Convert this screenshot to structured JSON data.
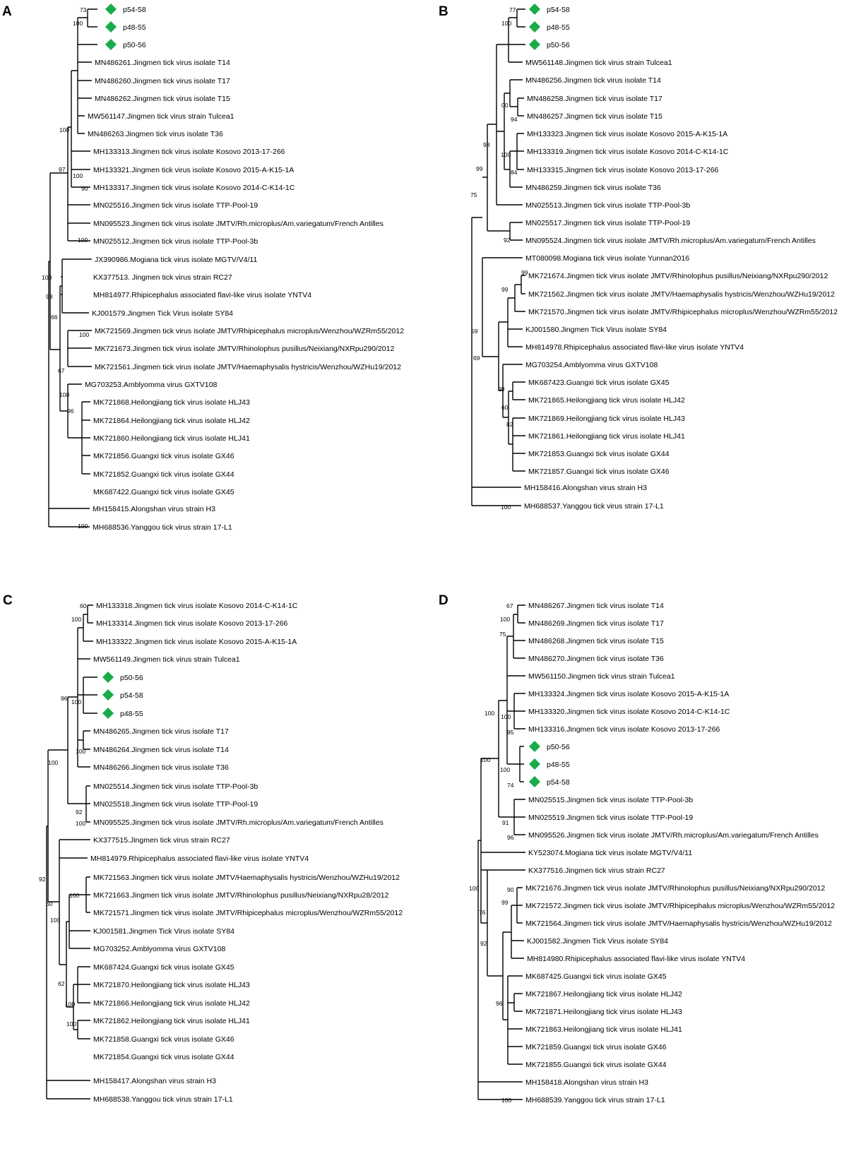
{
  "colors": {
    "branch": "#000000",
    "marker": "#1aab4b",
    "text": "#000000"
  },
  "panels": [
    {
      "letter": "A",
      "leaves": [
        {
          "text": "p54-58",
          "marked": true
        },
        {
          "text": "p48-55",
          "marked": true
        },
        {
          "text": "p50-56",
          "marked": true
        },
        {
          "text": "MN486261.Jingmen tick virus isolate T14"
        },
        {
          "text": "MN486260.Jingmen tick virus isolate T17"
        },
        {
          "text": "MN486262.Jingmen tick virus isolate T15"
        },
        {
          "text": "MW561147.Jingmen tick virus strain Tulcea1"
        },
        {
          "text": "MN486263.Jingmen tick virus isolate T36"
        },
        {
          "text": "MH133313.Jingmen tick virus isolate Kosovo 2013-17-266"
        },
        {
          "text": "MH133321.Jingmen tick virus isolate Kosovo 2015-A-K15-1A"
        },
        {
          "text": "MH133317.Jingmen tick virus isolate Kosovo 2014-C-K14-1C"
        },
        {
          "text": "MN025516.Jingmen tick virus isolate TTP-Pool-19"
        },
        {
          "text": "MN095523.Jingmen tick virus isolate JMTV/Rh.microplus/Am.variegatum/French Antilles"
        },
        {
          "text": "MN025512.Jingmen tick virus isolate TTP-Pool-3b"
        },
        {
          "text": "JX390986.Mogiana tick virus isolate MGTV/V4/11"
        },
        {
          "text": "KX377513. Jingmen tick virus strain RC27"
        },
        {
          "text": "MH814977.Rhipicephalus associated flavi-like virus isolate YNTV4"
        },
        {
          "text": "KJ001579.Jingmen Tick Virus isolate SY84"
        },
        {
          "text": "MK721569.Jingmen tick virus isolate JMTV/Rhipicephalus microplus/Wenzhou/WZRm55/2012"
        },
        {
          "text": "MK721673.Jingmen tick virus isolate JMTV/Rhinolophus pusillus/Neixiang/NXRpu290/2012"
        },
        {
          "text": "MK721561.Jingmen tick virus isolate JMTV/Haemaphysalis hystricis/Wenzhou/WZHu19/2012"
        },
        {
          "text": "MG703253.Amblyomma virus GXTV108"
        },
        {
          "text": "MK721868.Heilongjiang tick virus isolate HLJ43"
        },
        {
          "text": "MK721864.Heilongjiang tick virus isolate HLJ42"
        },
        {
          "text": "MK721860.Heilongjiang tick virus isolate HLJ41"
        },
        {
          "text": "MK721856.Guangxi tick virus isolate GX46"
        },
        {
          "text": "MK721852.Guangxi tick virus isolate GX44"
        },
        {
          "text": "MK687422.Guangxi tick virus isolate GX45"
        },
        {
          "text": "MH158415.Alongshan virus strain H3"
        },
        {
          "text": "MH688536.Yanggou tick virus strain 17-L1"
        }
      ],
      "supports": [
        "73",
        "100",
        "100",
        "97",
        "100",
        "90",
        "100",
        "100",
        "98",
        "66",
        "100",
        "67",
        "100",
        "96",
        "100"
      ]
    },
    {
      "letter": "B",
      "leaves": [
        {
          "text": "p54-58",
          "marked": true
        },
        {
          "text": "p48-55",
          "marked": true
        },
        {
          "text": "p50-56",
          "marked": true
        },
        {
          "text": "MW561148.Jingmen tick virus strain Tulcea1"
        },
        {
          "text": "MN486256.Jingmen tick virus isolate T14"
        },
        {
          "text": "MN486258.Jingmen tick virus isolate T17"
        },
        {
          "text": "MN486257.Jingmen tick virus isolate T15"
        },
        {
          "text": "MH133323.Jingmen tick virus isolate Kosovo 2015-A-K15-1A"
        },
        {
          "text": "MH133319.Jingmen tick virus isolate Kosovo 2014-C-K14-1C"
        },
        {
          "text": "MH133315.Jingmen tick virus isolate Kosovo 2013-17-266"
        },
        {
          "text": "MN486259.Jingmen tick virus isolate T36"
        },
        {
          "text": "MN025513.Jingmen tick virus isolate TTP-Pool-3b"
        },
        {
          "text": "MN025517.Jingmen tick virus isolate TTP-Pool-19"
        },
        {
          "text": "MN095524.Jingmen tick virus isolate JMTV/Rh.microplus/Am.variegatum/French Antilles"
        },
        {
          "text": "MT080098.Mogiana tick virus isolate Yunnan2016"
        },
        {
          "text": "MK721674.Jingmen tick virus isolate JMTV/Rhinolophus pusillus/Neixiang/NXRpu290/2012"
        },
        {
          "text": "MK721562.Jingmen tick virus isolate JMTV/Haemaphysalis hystricis/Wenzhou/WZHu19/2012"
        },
        {
          "text": "MK721570.Jingmen tick virus isolate JMTV/Rhipicephalus microplus/Wenzhou/WZRm55/2012"
        },
        {
          "text": "KJ001580.Jingmen Tick Virus isolate SY84"
        },
        {
          "text": "MH814978.Rhipicephalus associated flavi-like virus isolate YNTV4"
        },
        {
          "text": "MG703254.Amblyomma virus GXTV108"
        },
        {
          "text": "MK687423.Guangxi tick virus isolate GX45"
        },
        {
          "text": "MK721865.Heilongjiang tick virus isolate HLJ42"
        },
        {
          "text": "MK721869.Heilongjiang tick virus isolate HLJ43"
        },
        {
          "text": "MK721861.Heilongjiang tick virus isolate HLJ41"
        },
        {
          "text": "MK721853.Guangxi tick virus isolate GX44"
        },
        {
          "text": "MK721857.Guangxi tick virus isolate GX46"
        },
        {
          "text": "MH158416.Alongshan virus strain H3"
        },
        {
          "text": "MH688537.Yanggou tick virus strain 17-L1"
        }
      ],
      "supports": [
        "77",
        "100",
        "00",
        "94",
        "98",
        "100",
        "84",
        "99",
        "75",
        "92",
        "99",
        "99",
        "59",
        "69",
        "99",
        "60",
        "82",
        "100"
      ]
    },
    {
      "letter": "C",
      "leaves": [
        {
          "text": "MH133318.Jingmen tick virus isolate Kosovo 2014-C-K14-1C"
        },
        {
          "text": "MH133314.Jingmen tick virus isolate Kosovo 2013-17-266"
        },
        {
          "text": "MH133322.Jingmen tick virus isolate Kosovo 2015-A-K15-1A"
        },
        {
          "text": "MW561149.Jingmen tick virus strain Tulcea1"
        },
        {
          "text": "p50-56",
          "marked": true
        },
        {
          "text": "p54-58",
          "marked": true
        },
        {
          "text": "p48-55",
          "marked": true
        },
        {
          "text": "MN486265.Jingmen tick virus isolate T17"
        },
        {
          "text": "MN486264.Jingmen tick virus isolate T14"
        },
        {
          "text": "MN486266.Jingmen tick virus isolate T36"
        },
        {
          "text": "MN025514.Jingmen tick virus isolate TTP-Pool-3b"
        },
        {
          "text": "MN025518.Jingmen tick virus isolate TTP-Pool-19"
        },
        {
          "text": "MN095525.Jingmen tick virus isolate JMTV/Rh.microplus/Am.variegatum/French Antilles"
        },
        {
          "text": "KX377515.Jingmen tick virus strain RC27"
        },
        {
          "text": "MH814979.Rhipicephalus associated flavi-like virus isolate YNTV4"
        },
        {
          "text": "MK721563.Jingmen tick virus isolate JMTV/Haemaphysalis hystricis/Wenzhou/WZHu19/2012"
        },
        {
          "text": "MK721663.Jingmen tick virus isolate JMTV/Rhinolophus pusillus/Neixiang/NXRpu28/2012"
        },
        {
          "text": "MK721571.Jingmen tick virus isolate JMTV/Rhipicephalus microplus/Wenzhou/WZRm55/2012"
        },
        {
          "text": "KJ001581.Jingmen Tick Virus isolate SY84"
        },
        {
          "text": "MG703252.Amblyomma virus GXTV108"
        },
        {
          "text": "MK687424.Guangxi tick virus isolate GX45"
        },
        {
          "text": "MK721870.Heilongjiang tick virus isolate HLJ43"
        },
        {
          "text": "MK721866.Heilongjiang tick virus isolate HLJ42"
        },
        {
          "text": "MK721862.Heilongjiang tick virus isolate HLJ41"
        },
        {
          "text": "MK721858.Guangxi tick virus isolate GX46"
        },
        {
          "text": "MK721854.Guangxi tick virus isolate GX44"
        },
        {
          "text": "MH158417.Alongshan virus strain H3"
        },
        {
          "text": "MH688538.Yanggou tick virus strain 17-L1"
        }
      ],
      "supports": [
        "60",
        "100",
        "96",
        "100",
        "100",
        "100",
        "92",
        "100",
        "100",
        "92",
        "60",
        "100",
        "62",
        "100",
        "100"
      ]
    },
    {
      "letter": "D",
      "leaves": [
        {
          "text": "MN486267.Jingmen tick virus isolate T14"
        },
        {
          "text": "MN486269.Jingmen tick virus isolate T17"
        },
        {
          "text": "MN486268.Jingmen tick virus isolate T15"
        },
        {
          "text": "MN486270.Jingmen tick virus isolate T36"
        },
        {
          "text": "MW561150.Jingmen tick virus strain Tulcea1"
        },
        {
          "text": "MH133324.Jingmen tick virus isolate Kosovo 2015-A-K15-1A"
        },
        {
          "text": "MH133320.Jingmen tick virus isolate Kosovo 2014-C-K14-1C"
        },
        {
          "text": "MH133316.Jingmen tick virus isolate Kosovo 2013-17-266"
        },
        {
          "text": "p50-56",
          "marked": true
        },
        {
          "text": "p48-55",
          "marked": true
        },
        {
          "text": "p54-58",
          "marked": true
        },
        {
          "text": "MN025515.Jingmen tick virus isolate TTP-Pool-3b"
        },
        {
          "text": "MN025519.Jingmen tick virus isolate TTP-Pool-19"
        },
        {
          "text": "MN095526.Jingmen tick virus isolate JMTV/Rh.microplus/Am.variegatum/French Antilles"
        },
        {
          "text": "KY523074.Mogiana tick virus isolate MGTV/V4/11"
        },
        {
          "text": "KX377516.Jingmen tick virus strain RC27"
        },
        {
          "text": "MK721676.Jingmen tick virus isolate JMTV/Rhinolophus pusillus/Neixiang/NXRpu290/2012"
        },
        {
          "text": "MK721572.Jingmen tick virus isolate JMTV/Rhipicephalus microplus/Wenzhou/WZRm55/2012"
        },
        {
          "text": "MK721564.Jingmen tick virus isolate JMTV/Haemaphysalis hystricis/Wenzhou/WZHu19/2012"
        },
        {
          "text": "KJ001582.Jingmen Tick Virus isolate SY84"
        },
        {
          "text": "MH814980.Rhipicephalus associated flavi-like virus isolate YNTV4"
        },
        {
          "text": "MK687425.Guangxi tick virus isolate GX45"
        },
        {
          "text": "MK721867.Heilongjiang tick virus isolate HLJ42"
        },
        {
          "text": "MK721871.Heilongjiang tick virus isolate HLJ43"
        },
        {
          "text": "MK721863.Heilongjiang tick virus isolate HLJ41"
        },
        {
          "text": "MK721859.Guangxi tick virus isolate GX46"
        },
        {
          "text": "MK721855.Guangxi tick virus isolate GX44"
        },
        {
          "text": "MH158418.Alongshan virus strain H3"
        },
        {
          "text": "MH688539.Yanggou tick virus strain 17-L1"
        }
      ],
      "supports": [
        "67",
        "100",
        "75",
        "100",
        "95",
        "100",
        "100",
        "74",
        "91",
        "96",
        "100",
        "90",
        "99",
        "76",
        "92",
        "100",
        "96",
        "100"
      ]
    }
  ]
}
